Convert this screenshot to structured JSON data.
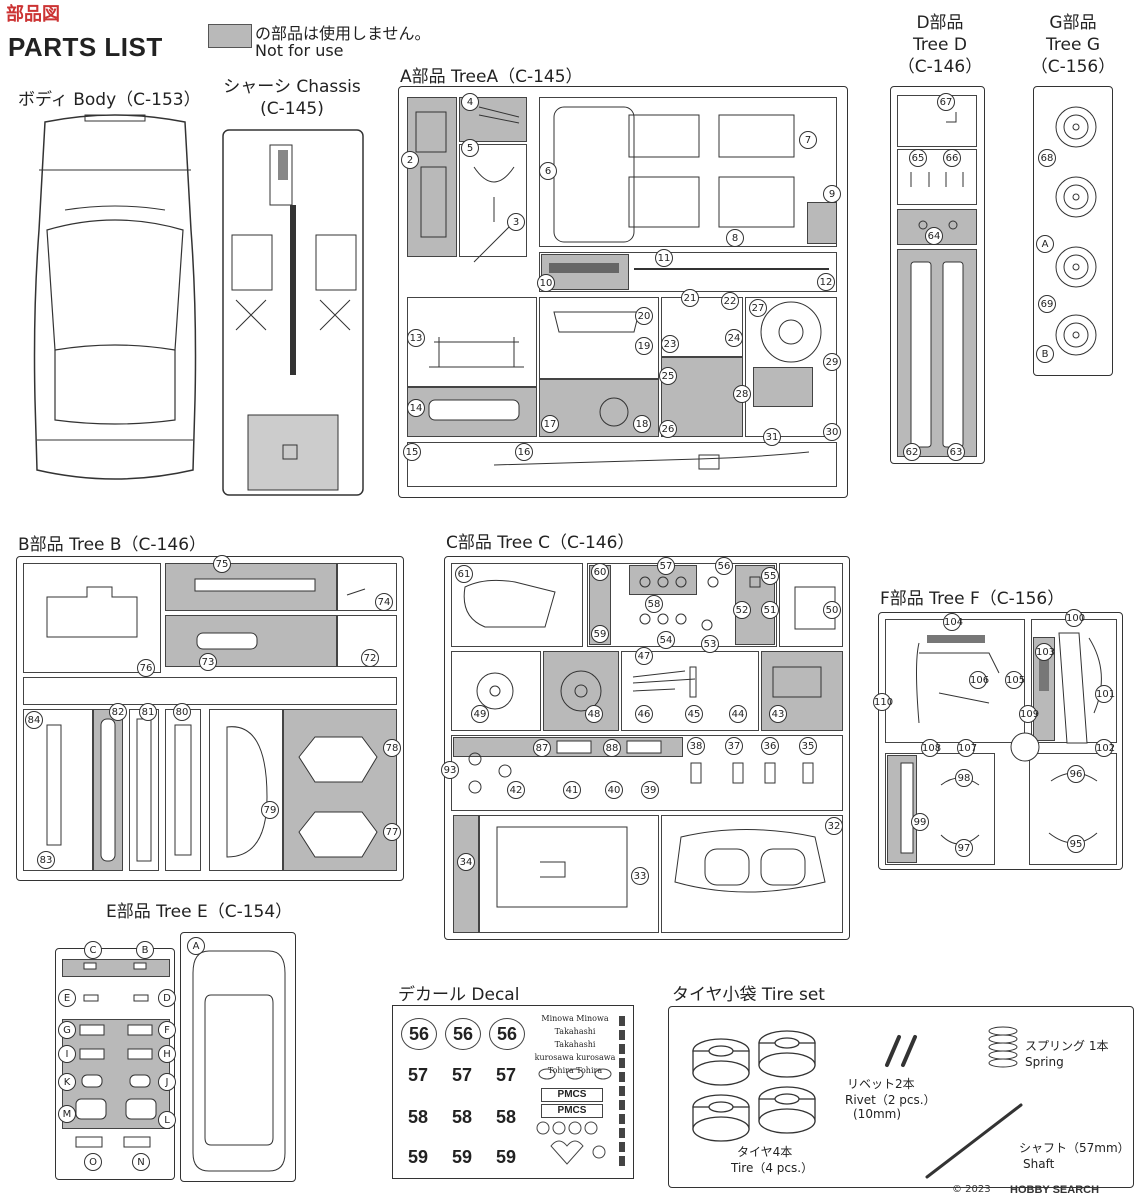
{
  "header": {
    "logo_text": "部品図",
    "title": "PARTS LIST",
    "legend_jp": "の部品は使用しません。",
    "legend_en": "Not for use"
  },
  "sections": {
    "body": "ボディ Body（C-153）",
    "chassis_l1": "シャーシ Chassis",
    "chassis_l2": "(C-145)",
    "treeA": "A部品 TreeA（C-145）",
    "treeD_l1": "D部品",
    "treeD_l2": "Tree D",
    "treeD_l3": "（C-146）",
    "treeG_l1": "G部品",
    "treeG_l2": "Tree G",
    "treeG_l3": "（C-156）",
    "treeB": "B部品 Tree B（C-146）",
    "treeC": "C部品 Tree C（C-146）",
    "treeF": "F部品 Tree F（C-156）",
    "treeE": "E部品 Tree E（C-154）",
    "decal": "デカール  Decal",
    "tireset": "タイヤ小袋 Tire set"
  },
  "treeA_nums": [
    "4",
    "2",
    "5",
    "3",
    "6",
    "7",
    "8",
    "9",
    "10",
    "11",
    "12",
    "13",
    "20",
    "21",
    "22",
    "27",
    "19",
    "23",
    "24",
    "25",
    "29",
    "28",
    "14",
    "17",
    "18",
    "26",
    "31",
    "30",
    "15",
    "16"
  ],
  "treeD_nums": [
    "67",
    "65",
    "66",
    "64",
    "62",
    "63"
  ],
  "treeG_nums": [
    "68",
    "A",
    "69",
    "B"
  ],
  "treeB_nums": [
    "75",
    "74",
    "72",
    "73",
    "76",
    "84",
    "82",
    "81",
    "80",
    "78",
    "79",
    "77",
    "83"
  ],
  "treeC_nums": [
    "61",
    "60",
    "57",
    "56",
    "55",
    "58",
    "52",
    "51",
    "50",
    "59",
    "54",
    "53",
    "47",
    "49",
    "48",
    "46",
    "45",
    "44",
    "43",
    "93",
    "87",
    "88",
    "38",
    "37",
    "36",
    "35",
    "42",
    "41",
    "40",
    "39",
    "34",
    "33",
    "32"
  ],
  "treeF_nums": [
    "104",
    "100",
    "103",
    "110",
    "106",
    "105",
    "101",
    "109",
    "108",
    "107",
    "102",
    "98",
    "96",
    "99",
    "97",
    "95"
  ],
  "treeE_left": [
    "C",
    "B",
    "E",
    "D",
    "G",
    "F",
    "I",
    "H",
    "K",
    "J",
    "M",
    "L",
    "O",
    "N"
  ],
  "treeE_right": "A",
  "decal": {
    "big_nums": [
      "56",
      "56",
      "56",
      "57",
      "57",
      "57",
      "58",
      "58",
      "58",
      "59",
      "59",
      "59"
    ],
    "names": [
      "Minowa  Minowa",
      "Takahashi Takahashi",
      "kurosawa kurosawa",
      "Tohira  Tohira"
    ],
    "logo": "PMCS"
  },
  "tireset": {
    "rivet_jp": "リベット2本",
    "rivet_en": "Rivet（2 pcs.）",
    "rivet_mm": "(10mm)",
    "spring_jp": "スプリング 1本",
    "spring_en": "Spring",
    "tire_jp": "タイヤ4本",
    "tire_en": "Tire（4 pcs.）",
    "shaft_jp": "シャフト（57mm）",
    "shaft_en": "Shaft"
  },
  "watermark": {
    "brand": "HOBBY SEARCH",
    "copy": "© 2023"
  },
  "colors": {
    "gray_unused": "#b9b9b9",
    "line": "#333333"
  }
}
